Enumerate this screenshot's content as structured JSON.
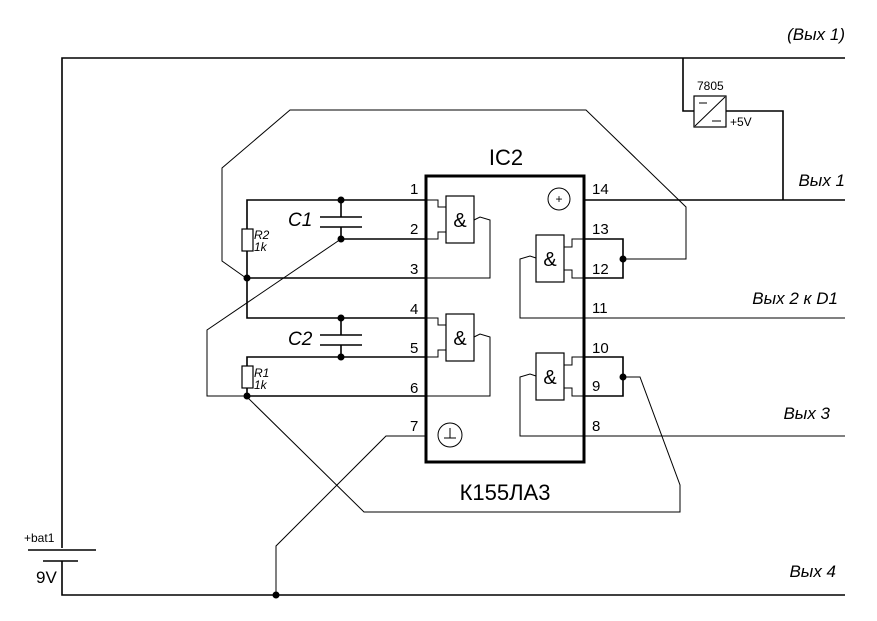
{
  "diagram": {
    "type": "electrical-schematic",
    "ic": {
      "designator": "IC2",
      "part_number": "К155ЛА3",
      "pins": [
        "1",
        "2",
        "3",
        "4",
        "5",
        "6",
        "7",
        "8",
        "9",
        "10",
        "11",
        "12",
        "13",
        "14"
      ],
      "power_symbol": "+",
      "ground_symbol": "⊥",
      "gate_symbol": "&"
    },
    "regulator": {
      "part": "7805",
      "output_label": "+5V",
      "in_mark": "–",
      "out_mark": "–"
    },
    "battery": {
      "label": "+bat1",
      "voltage": "9V"
    },
    "capacitors": [
      {
        "name": "C1"
      },
      {
        "name": "C2"
      }
    ],
    "resistors": [
      {
        "name": "R2",
        "value": "1k"
      },
      {
        "name": "R1",
        "value": "1k"
      }
    ],
    "outputs": {
      "out1_paren": "(Вых 1)",
      "out1": "Вых 1",
      "out2": "Вых 2 к D1",
      "out3": "Вых 3",
      "out4": "Вых 4"
    }
  }
}
